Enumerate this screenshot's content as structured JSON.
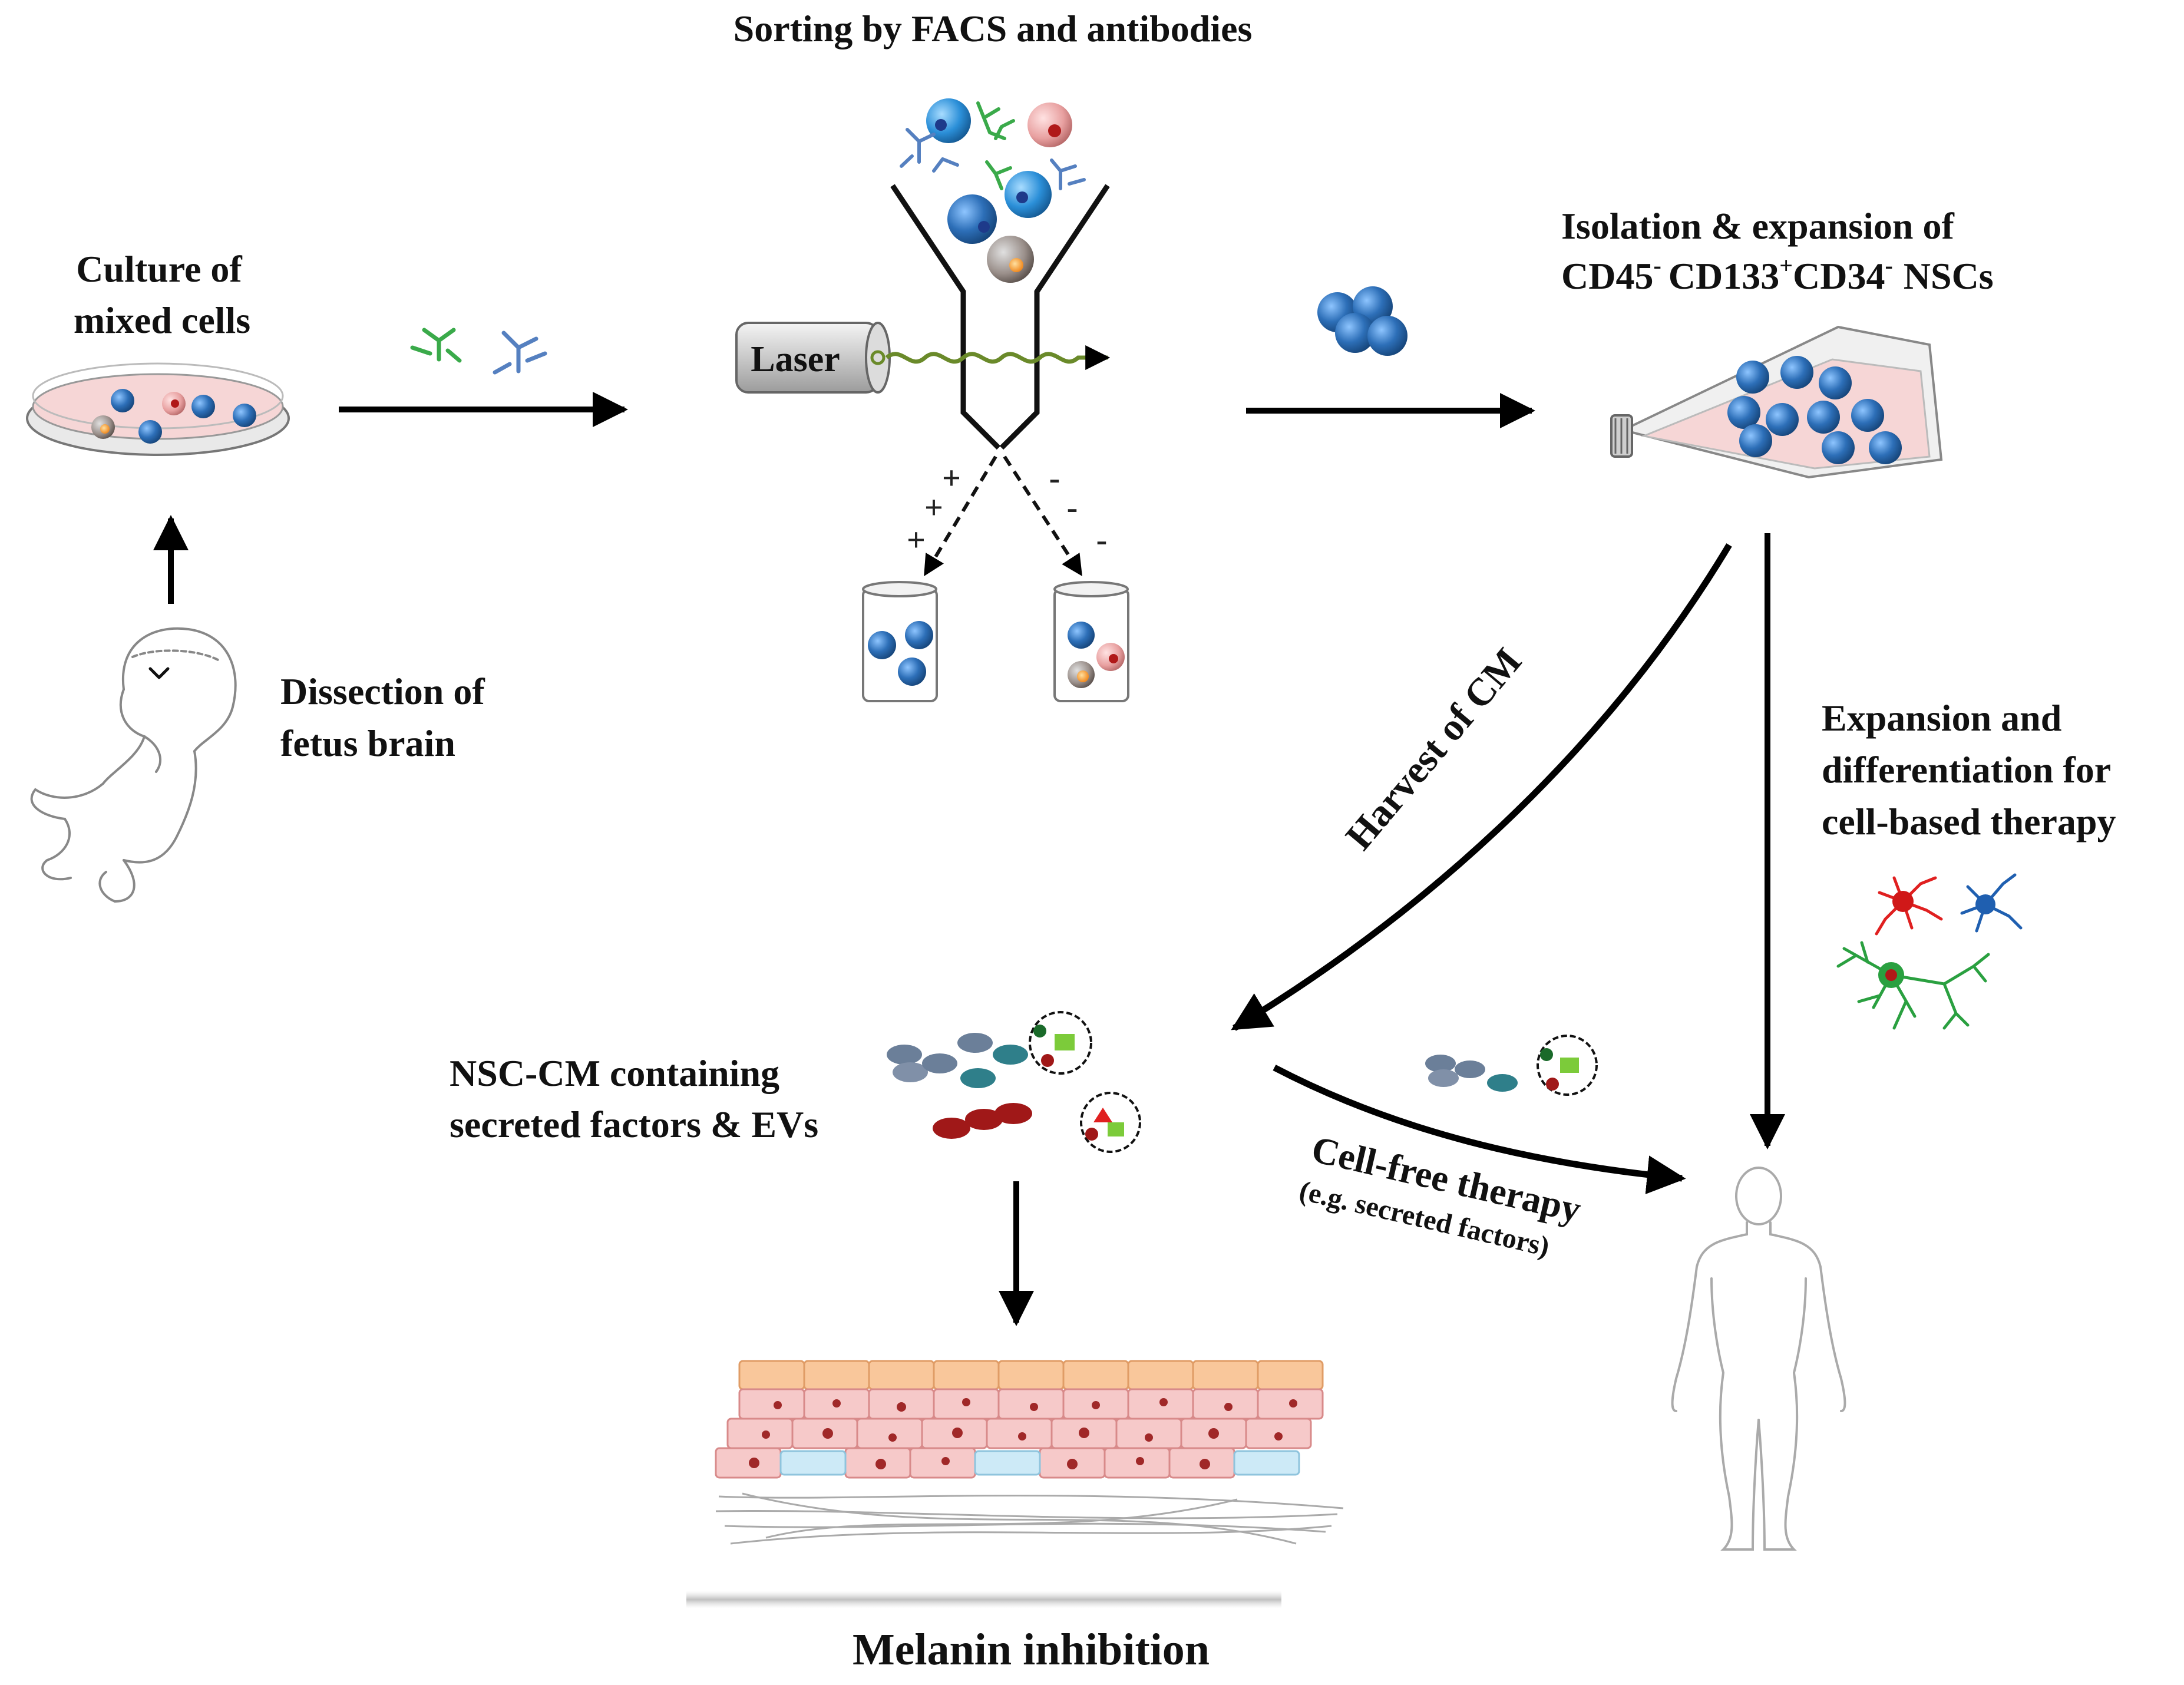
{
  "labels": {
    "sorting_title": "Sorting by FACS and antibodies",
    "culture_line1": "Culture of",
    "culture_line2": "mixed cells",
    "laser": "Laser",
    "isolation_line1": "Isolation & expansion of",
    "isolation_cd45": "CD45",
    "isolation_cd133": "CD133",
    "isolation_cd34": "CD34",
    "isolation_nscs": "NSCs",
    "sup_minus": "-",
    "sup_plus": "+",
    "dissection_line1": "Dissection of",
    "dissection_line2": "fetus brain",
    "harvest": "Harvest of CM",
    "expansion_line1": "Expansion and",
    "expansion_line2": "differentiation for",
    "expansion_line3": "cell-based therapy",
    "nsccm_line1": "NSC-CM containing",
    "nsccm_line2": "secreted factors & EVs",
    "cellfree_line1": "Cell-free therapy",
    "cellfree_line2": "(e.g. secreted factors)",
    "melanin": "Melanin inhibition",
    "sign_plus": "+",
    "sign_minus": "-"
  },
  "colors": {
    "cell_blue": "#2d6fb8",
    "cell_pink": "#e8a0a0",
    "antibody_green": "#3aaa4a",
    "antibody_blue": "#5580c0",
    "laser_beam": "#6a8a2a",
    "dish_fill": "#f6d6d6",
    "skin_top": "#f9c79b",
    "skin_mid": "#f6c9c9",
    "melanin": "#a02828",
    "factor_teal": "#2f7f8a",
    "factor_grey": "#6b7f99",
    "factor_red": "#a01818"
  }
}
